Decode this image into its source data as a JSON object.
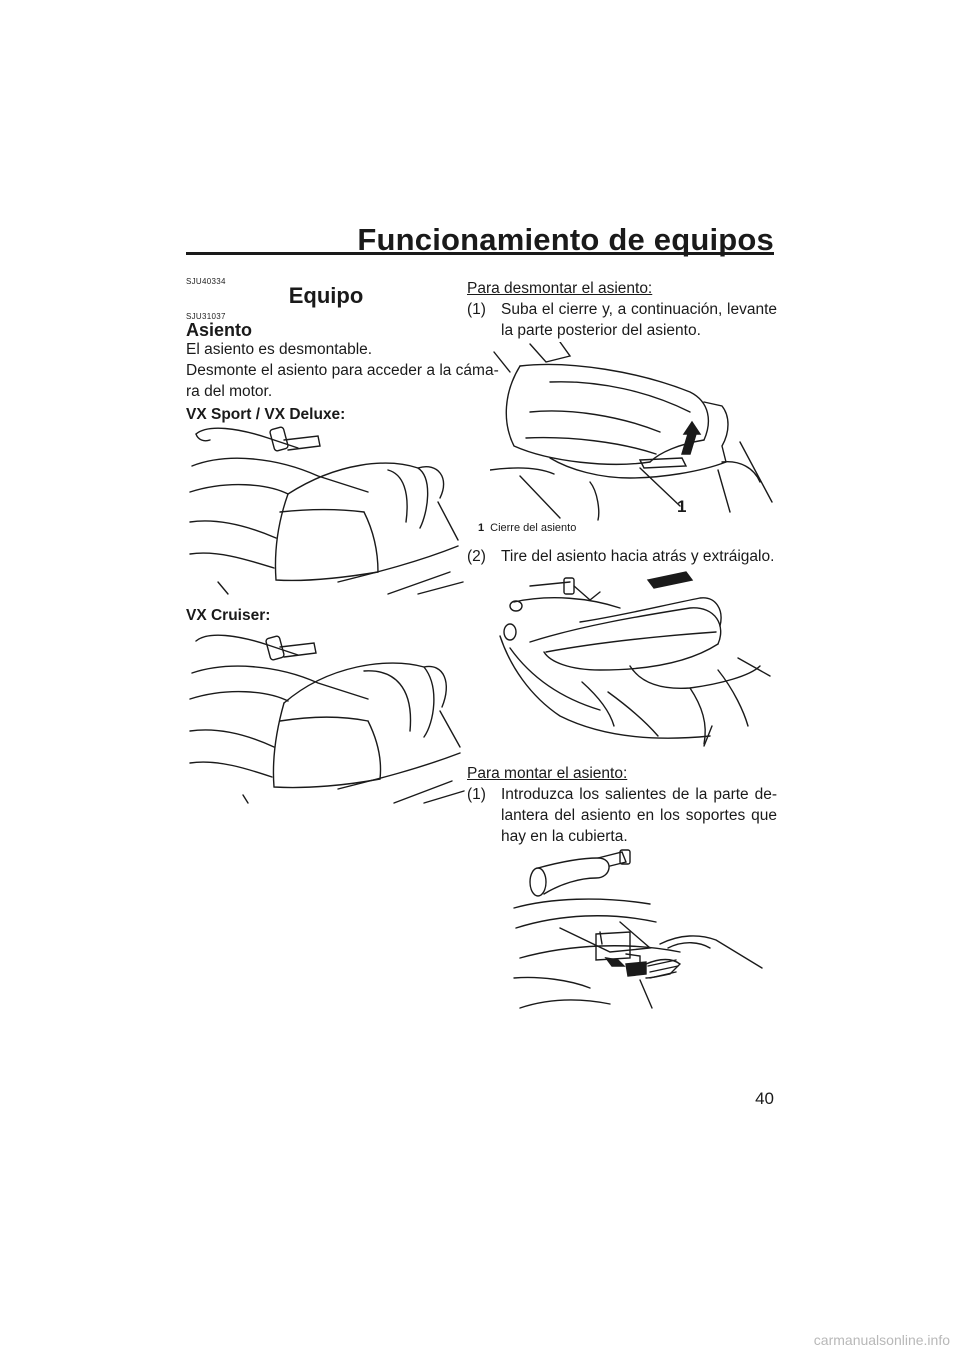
{
  "header": {
    "title": "Funcionamiento de equipos",
    "page_number": "40"
  },
  "left": {
    "code_section": "SJU40334",
    "section_title": "Equipo",
    "code_subsection": "SJU31037",
    "subsection_title": "Asiento",
    "intro_1": "El asiento es desmontable.",
    "intro_2a": "Desmonte el asiento para acceder a la cáma-",
    "intro_2b": "ra del motor.",
    "model_1": "VX Sport / VX Deluxe:",
    "model_2": "VX Cruiser:"
  },
  "right": {
    "remove_heading": "Para desmontar el asiento:",
    "remove_step_1_num": "(1)",
    "remove_step_1": "Suba el cierre y, a continuación, levante la parte posterior del asiento.",
    "callout_number": "1",
    "caption_number": "1",
    "caption_text": "Cierre del asiento",
    "remove_step_2_num": "(2)",
    "remove_step_2": "Tire del asiento hacia atrás y extráigalo.",
    "install_heading": "Para montar el asiento:",
    "install_step_1_num": "(1)",
    "install_step_1": "Introduzca los salientes de la parte de-lantera del asiento en los soportes que hay en la cubierta."
  },
  "footer": {
    "watermark": "carmanualsonline.info"
  }
}
